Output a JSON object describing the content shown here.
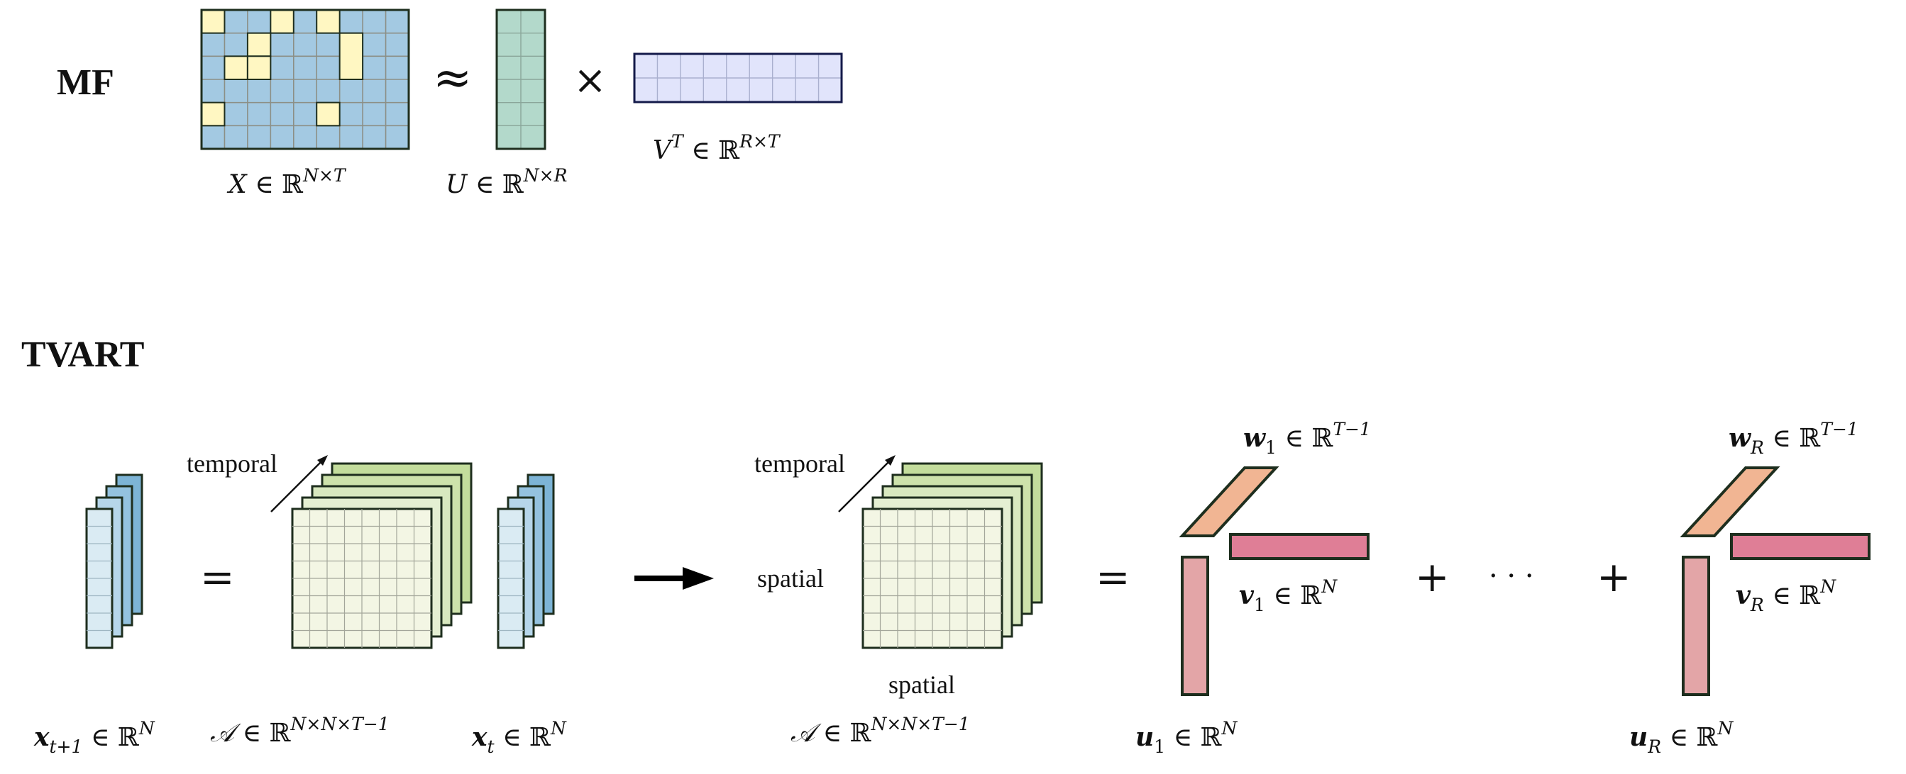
{
  "labels": {
    "mf_title": "MF",
    "tvart_title": "TVART",
    "approx_sign": "≈",
    "times_sign": "×",
    "equals_sign": "=",
    "plus_sign": "+",
    "dots": "· · ·",
    "temporal": "temporal",
    "spatial": "spatial"
  },
  "math": {
    "X": {
      "base": "X",
      "rest": " ∈ ℝ",
      "sup": "N×T"
    },
    "U": {
      "base": "U",
      "rest": " ∈ ℝ",
      "sup": "N×R"
    },
    "VT": {
      "base": "V",
      "supT": "T",
      "rest": " ∈ ℝ",
      "sup": "R×T"
    },
    "x_t1": {
      "base": "x",
      "sub": "t+1",
      "rest": " ∈ ℝ",
      "sup": "N"
    },
    "A_left": {
      "base": "𝒜",
      "rest": " ∈ ℝ",
      "sup": "N×N×T−1"
    },
    "x_t": {
      "base": "x",
      "sub": "t",
      "rest": " ∈ ℝ",
      "sup": "N"
    },
    "A_right": {
      "base": "𝒜",
      "rest": " ∈ ℝ",
      "sup": "N×N×T−1"
    },
    "w1": {
      "base": "w",
      "sub": "1",
      "rest": " ∈ ℝ",
      "sup": "T−1"
    },
    "v1": {
      "base": "v",
      "sub": "1",
      "rest": " ∈ ℝ",
      "sup": "N"
    },
    "u1": {
      "base": "u",
      "sub": "1",
      "rest": " ∈ ℝ",
      "sup": "N"
    },
    "wR": {
      "base": "w",
      "sub": "R",
      "rest": " ∈ ℝ",
      "sup": "T−1"
    },
    "vR": {
      "base": "v",
      "sub": "R",
      "rest": " ∈ ℝ",
      "sup": "N"
    },
    "uR": {
      "base": "u",
      "sub": "R",
      "rest": " ∈ ℝ",
      "sup": "N"
    }
  },
  "colors": {
    "matrix_blue": "#a3c9e2",
    "missing_yellow": "#fff7c2",
    "u_green": "#b3d9cb",
    "v_lavender": "#e1e4fb",
    "vec_front": "#daebf3",
    "vec_back": "#7db4d6",
    "tensor_front": "#f3f6e4",
    "tensor_back": "#c3dd9c",
    "w_orange": "#f1b593",
    "v_pink": "#df7e96",
    "u_pink": "#e3a5a7",
    "stroke": "#1e2e1e"
  }
}
